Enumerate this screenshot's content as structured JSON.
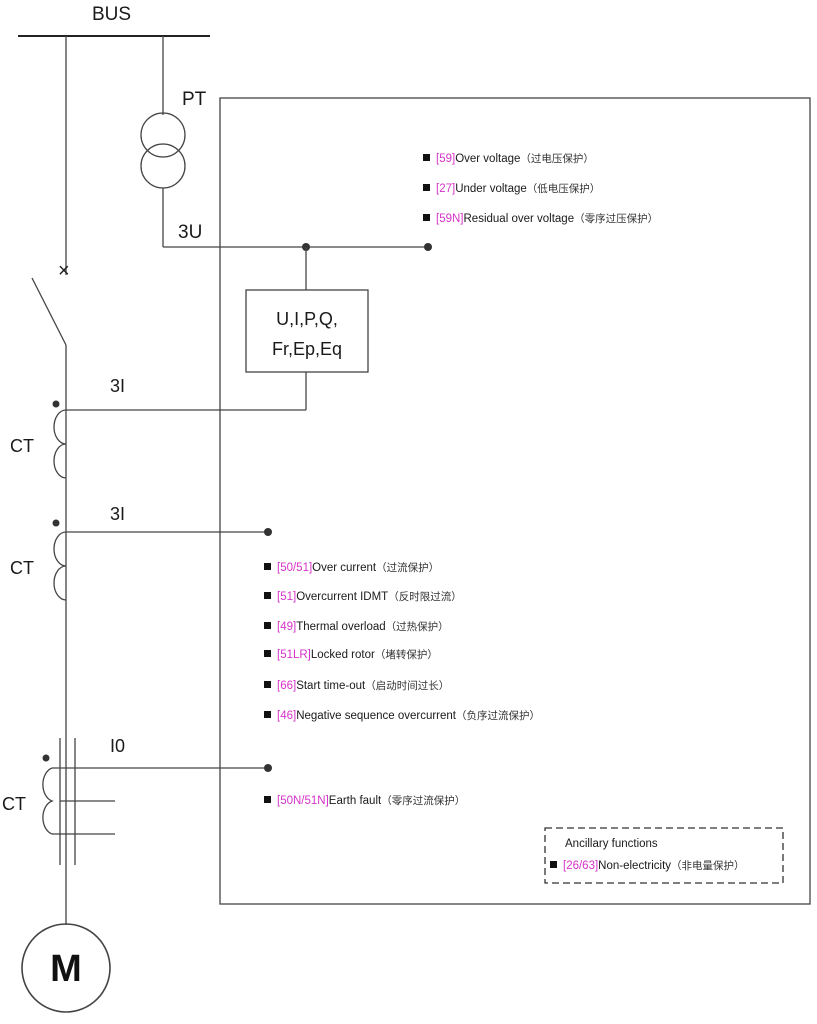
{
  "labels": {
    "bus": "BUS",
    "pt": "PT",
    "voltage_3u": "3U",
    "current_3i_top": "3I",
    "current_3i_mid": "3I",
    "current_i0": "I0",
    "ct_top": "CT",
    "ct_mid": "CT",
    "ct_bottom": "CT",
    "motor": "M",
    "measure_line1": "U,I,P,Q,",
    "measure_line2": "Fr,Ep,Eq"
  },
  "voltage_functions": [
    {
      "code": "[59]",
      "name": "Over voltage",
      "cn": "（过电压保护）"
    },
    {
      "code": "[27]",
      "name": "Under voltage",
      "cn": "（低电压保护）"
    },
    {
      "code": "[59N]",
      "name": "Residual over voltage",
      "cn": "（零序过压保护）"
    }
  ],
  "current_functions": [
    {
      "code": "[50/51]",
      "name": "Over current",
      "cn": "（过流保护）"
    },
    {
      "code": "[51]",
      "name": "Overcurrent IDMT",
      "cn": "（反时限过流）"
    },
    {
      "code": "[49]",
      "name": "Thermal overload",
      "cn": "（过热保护）"
    },
    {
      "code": "[51LR]",
      "name": "Locked rotor",
      "cn": "（堵转保护）"
    },
    {
      "code": "[66]",
      "name": "Start time-out",
      "cn": "（启动时间过长）"
    },
    {
      "code": "[46]",
      "name": "Negative sequence overcurrent",
      "cn": "（负序过流保护）"
    }
  ],
  "earth_functions": [
    {
      "code": "[50N/51N]",
      "name": "Earth fault",
      "cn": "（零序过流保护）"
    }
  ],
  "ancillary": {
    "title": "Ancillary functions",
    "items": [
      {
        "code": "[26/63]",
        "name": "Non-electricity",
        "cn": "（非电量保护）"
      }
    ]
  },
  "colors": {
    "code_magenta": "#d633c9",
    "line": "#444444"
  }
}
